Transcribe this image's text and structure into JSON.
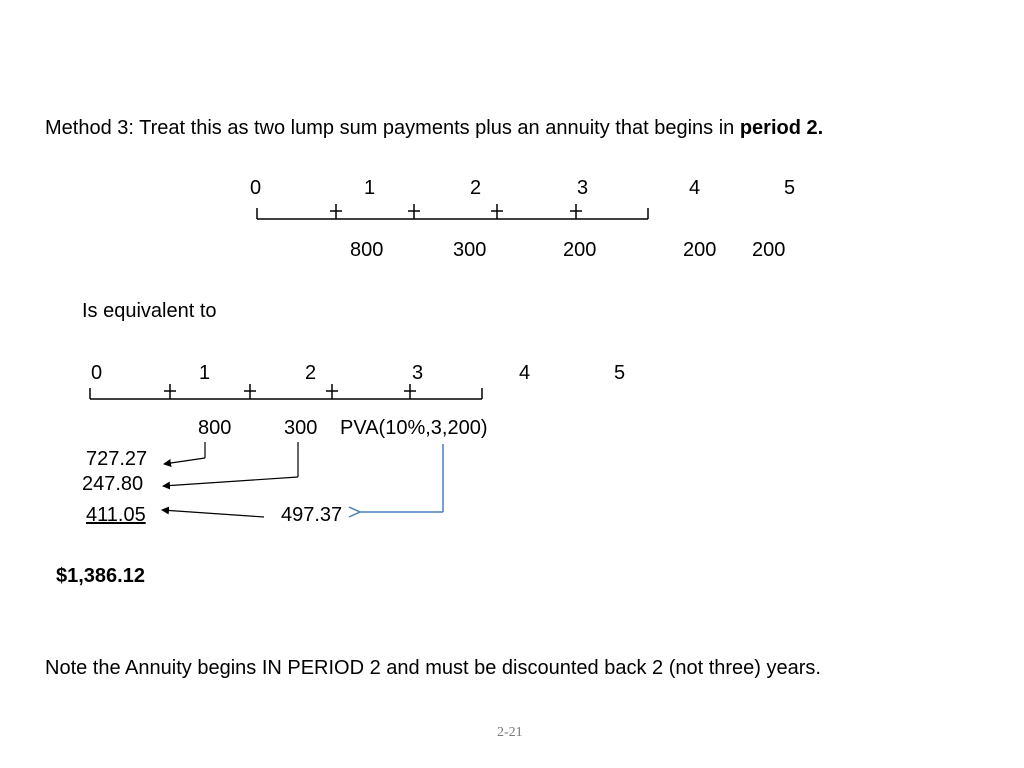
{
  "intro": {
    "text": "Method 3:  Treat this as two lump sum payments plus an annuity that begins in ",
    "emphasis": "period 2."
  },
  "timeline1": {
    "periods": [
      "0",
      "1",
      "2",
      "3",
      "4",
      "5"
    ],
    "cashflows": [
      "800",
      "300",
      "200",
      "200",
      "200"
    ]
  },
  "equivalent_label": "Is equivalent to",
  "timeline2": {
    "periods": [
      "0",
      "1",
      "2",
      "3",
      "4",
      "5"
    ],
    "cashflows": [
      "800",
      "300",
      "PVA(10%,3,200)"
    ]
  },
  "present_values": {
    "pv_800": "727.27",
    "pv_300": "247.80",
    "pv_annuity": "411.05",
    "annuity_value_t2": "497.37"
  },
  "total": "$1,386.12",
  "note": "Note the Annuity begins IN PERIOD 2 and must be discounted back 2 (not three) years.",
  "slide_number": "2-21",
  "colors": {
    "text": "#000000",
    "annuity_arrow": "#4a7ebb",
    "slide_number": "#7a7a7a"
  }
}
